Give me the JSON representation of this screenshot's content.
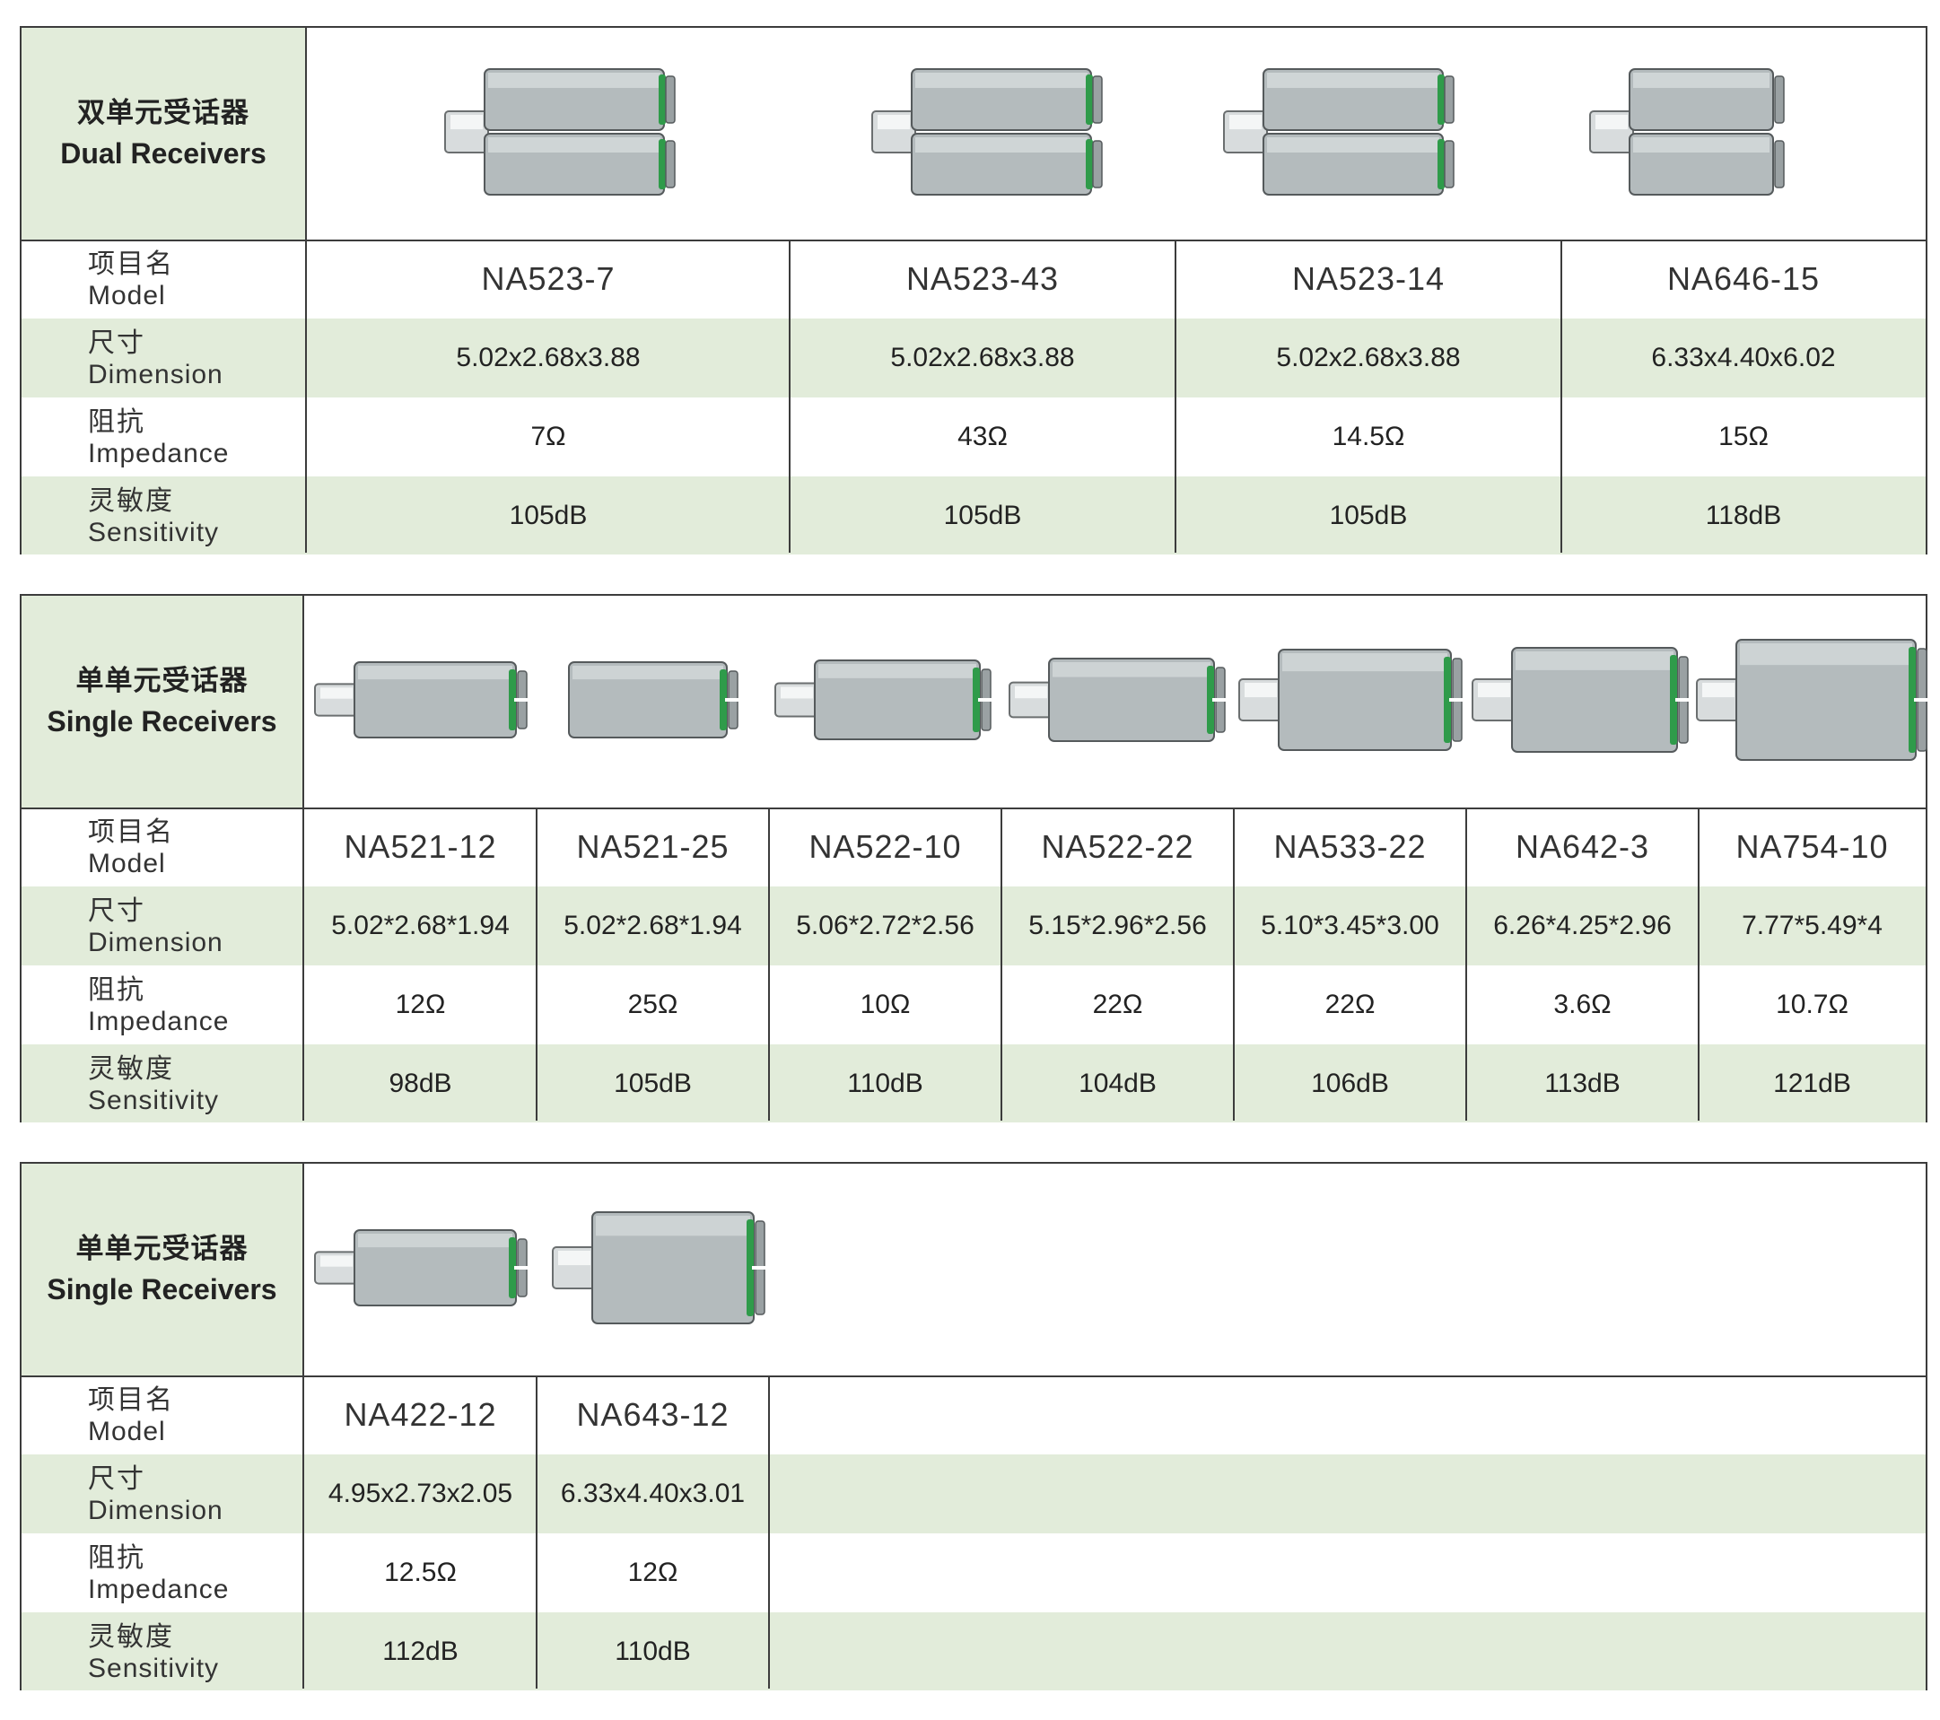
{
  "labels": {
    "model_cn": "项目名",
    "model_en": "Model",
    "dimension_cn": "尺寸",
    "dimension_en": "Dimension",
    "impedance_cn": "阻抗",
    "impedance_en": "Impedance",
    "sensitivity_cn": "灵敏度",
    "sensitivity_en": "Sensitivity"
  },
  "sections": [
    {
      "title_cn": "双单元受话器",
      "title_en": "Dual Receivers",
      "products": [
        {
          "model": "NA523-7",
          "dimension": "5.02x2.68x3.88",
          "impedance": "7Ω",
          "sensitivity": "105dB",
          "image_icon": "dual-receiver-icon"
        },
        {
          "model": "NA523-43",
          "dimension": "5.02x2.68x3.88",
          "impedance": "43Ω",
          "sensitivity": "105dB",
          "image_icon": "dual-receiver-icon"
        },
        {
          "model": "NA523-14",
          "dimension": "5.02x2.68x3.88",
          "impedance": "14.5Ω",
          "sensitivity": "105dB",
          "image_icon": "dual-receiver-icon"
        },
        {
          "model": "NA646-15",
          "dimension": "6.33x4.40x6.02",
          "impedance": "15Ω",
          "sensitivity": "118dB",
          "image_icon": "dual-receiver-icon"
        }
      ]
    },
    {
      "title_cn": "单单元受话器",
      "title_en": "Single Receivers",
      "products": [
        {
          "model": "NA521-12",
          "dimension": "5.02*2.68*1.94",
          "impedance": "12Ω",
          "sensitivity": "98dB",
          "image_icon": "single-receiver-icon"
        },
        {
          "model": "NA521-25",
          "dimension": "5.02*2.68*1.94",
          "impedance": "25Ω",
          "sensitivity": "105dB",
          "image_icon": "single-receiver-icon"
        },
        {
          "model": "NA522-10",
          "dimension": "5.06*2.72*2.56",
          "impedance": "10Ω",
          "sensitivity": "110dB",
          "image_icon": "single-receiver-icon"
        },
        {
          "model": "NA522-22",
          "dimension": "5.15*2.96*2.56",
          "impedance": "22Ω",
          "sensitivity": "104dB",
          "image_icon": "single-receiver-icon"
        },
        {
          "model": "NA533-22",
          "dimension": "5.10*3.45*3.00",
          "impedance": "22Ω",
          "sensitivity": "106dB",
          "image_icon": "single-receiver-icon"
        },
        {
          "model": "NA642-3",
          "dimension": "6.26*4.25*2.96",
          "impedance": "3.6Ω",
          "sensitivity": "113dB",
          "image_icon": "single-receiver-icon"
        },
        {
          "model": "NA754-10",
          "dimension": "7.77*5.49*4",
          "impedance": "10.7Ω",
          "sensitivity": "121dB",
          "image_icon": "single-receiver-icon"
        }
      ]
    },
    {
      "title_cn": "单单元受话器",
      "title_en": "Single Receivers",
      "products": [
        {
          "model": "NA422-12",
          "dimension": "4.95x2.73x2.05",
          "impedance": "12.5Ω",
          "sensitivity": "112dB",
          "image_icon": "single-receiver-icon"
        },
        {
          "model": "NA643-12",
          "dimension": "6.33x4.40x3.01",
          "impedance": "12Ω",
          "sensitivity": "110dB",
          "image_icon": "single-receiver-icon"
        }
      ]
    }
  ]
}
